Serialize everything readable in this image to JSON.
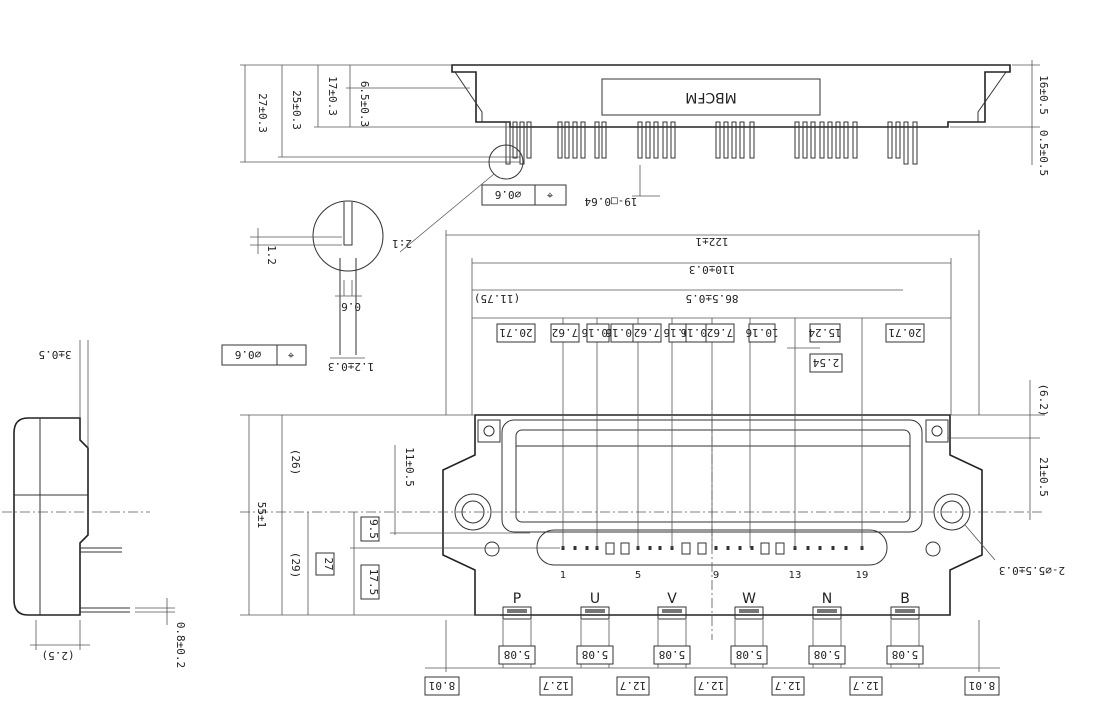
{
  "part_marking": "MBCFM",
  "scale_note": "2:1",
  "tolerance_box": {
    "symbol": "⌖",
    "value": "⌀0.6"
  },
  "top_view": {
    "dim_27": "27±0.3",
    "dim_25": "25±0.3",
    "dim_17": "17±0.3",
    "dim_6_5": "6.5±0.3",
    "dim_16": "16±0.5",
    "dim_0_5": "0.5±0.5",
    "pin_dim": "19-□0.64"
  },
  "detail": {
    "dim_1_2": "1.2",
    "dim_0_6": "0.6",
    "dim_1_2_tol": "1.2±0.3"
  },
  "side_view": {
    "dim_3": "3±0.5",
    "dim_2_5": "(2.5)",
    "dim_0_8": "0.8±0.2"
  },
  "front_view": {
    "dim_122": "122±1",
    "dim_110": "110±0.3",
    "dim_86_5": "86.5±0.5",
    "dim_11_75": "(11.75)",
    "pitch_boxes": [
      "20.71",
      "7.62",
      "10.16",
      "10.16",
      "7.62",
      "10.16",
      "10.16",
      "7.62",
      "10.16",
      "15.24",
      "20.71"
    ],
    "dim_2_54": "2.54",
    "dim_6_2": "(6.2)",
    "dim_21": "21±0.5",
    "dim_11": "11±0.5",
    "dim_9_5": "9.5",
    "dim_26": "(26)",
    "dim_55": "55±1",
    "dim_29": "(29)",
    "dim_27": "27",
    "dim_17_5": "17.5",
    "mount_holes": "2-⌀5.5±0.3",
    "pin_numbers": [
      "1",
      "5",
      "9",
      "13",
      "19"
    ],
    "terminals": [
      "P",
      "U",
      "V",
      "W",
      "N",
      "B"
    ],
    "terminal_width": "5.08",
    "terminal_pitch": "12.7",
    "edge_margin": "8.01"
  }
}
